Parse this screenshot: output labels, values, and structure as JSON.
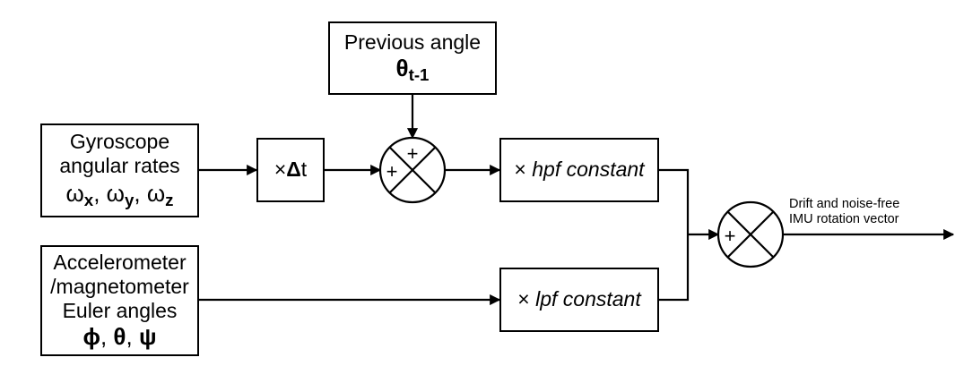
{
  "blocks": {
    "previous_angle": {
      "label": "Previous angle",
      "sym_main": "θ",
      "sym_sub": "t-1"
    },
    "gyroscope": {
      "line1": "Gyroscope",
      "line2": "angular rates",
      "rates": [
        {
          "sym": "ω",
          "sub": "x"
        },
        {
          "sym": "ω",
          "sub": "y"
        },
        {
          "sym": "ω",
          "sub": "z"
        }
      ],
      "sep": ", "
    },
    "multiply_dt": {
      "prefix": "×",
      "delta": "Δ",
      "t": "t"
    },
    "hpf": {
      "prefix": "× ",
      "label": "hpf constant"
    },
    "lpf": {
      "prefix": "× ",
      "label": "lpf constant"
    },
    "accelerometer": {
      "line1": "Accelerometer",
      "line2": "/magnetometer",
      "line3": "Euler angles",
      "angles": [
        "ϕ",
        "θ",
        "ψ"
      ],
      "sep": ", "
    }
  },
  "summing_junctions": {
    "top": {
      "plus_labels": [
        "+",
        "+"
      ]
    },
    "output": {
      "plus_labels": [
        "+"
      ]
    }
  },
  "output": {
    "line1": "Drift and noise-free",
    "line2": "IMU rotation vector"
  }
}
